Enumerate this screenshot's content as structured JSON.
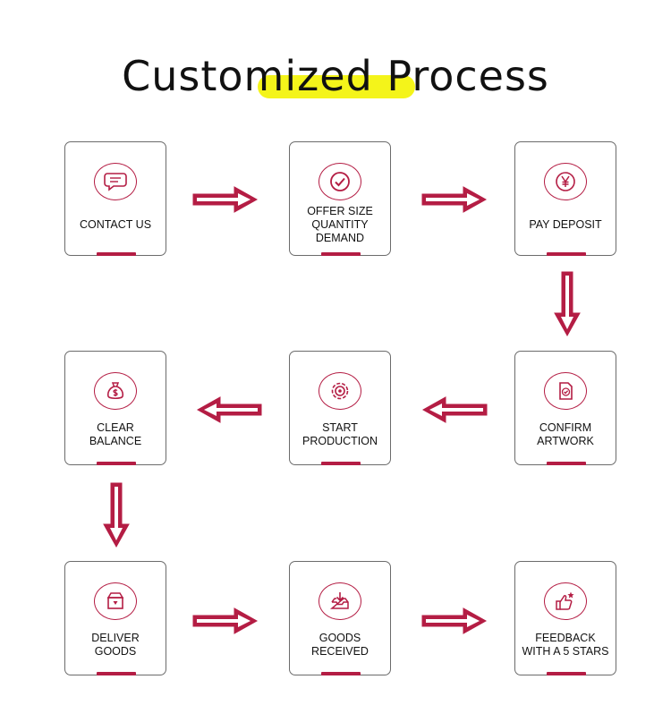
{
  "title": "Customized Process",
  "colors": {
    "accent": "#b41d44",
    "highlight": "#f4f41a",
    "border": "#6b6b6b"
  },
  "steps": [
    {
      "lines": [
        "CONTACT US"
      ],
      "icon": "chat-bubble-icon"
    },
    {
      "lines": [
        "OFFER SIZE",
        "QUANTITY",
        "DEMAND"
      ],
      "icon": "check-circle-icon"
    },
    {
      "lines": [
        "PAY DEPOSIT"
      ],
      "icon": "yen-icon"
    },
    {
      "lines": [
        "CONFIRM",
        "ARTWORK"
      ],
      "icon": "document-check-icon"
    },
    {
      "lines": [
        "START",
        "PRODUCTION"
      ],
      "icon": "gear-icon"
    },
    {
      "lines": [
        "CLEAR",
        "BALANCE"
      ],
      "icon": "money-bag-icon"
    },
    {
      "lines": [
        "DELIVER",
        "GOODS"
      ],
      "icon": "delivery-box-icon"
    },
    {
      "lines": [
        "GOODS",
        "RECEIVED"
      ],
      "icon": "inbox-download-icon"
    },
    {
      "lines": [
        "FEEDBACK",
        "WITH A 5 STARS"
      ],
      "icon": "thumbs-up-star-icon"
    }
  ]
}
